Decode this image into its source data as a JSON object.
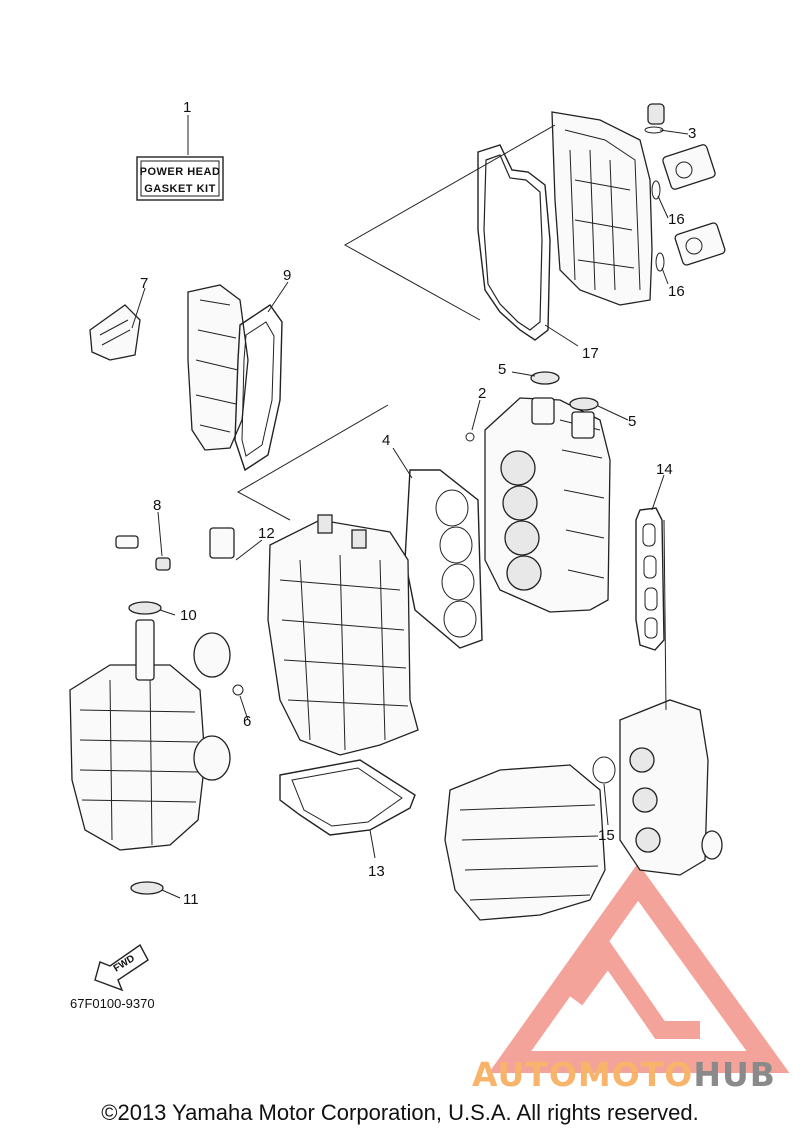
{
  "diagram": {
    "kit_box": {
      "line1": "POWER HEAD",
      "line2": "GASKET KIT"
    },
    "callouts": [
      "1",
      "2",
      "3",
      "4",
      "5",
      "5",
      "6",
      "7",
      "8",
      "9",
      "10",
      "11",
      "12",
      "13",
      "14",
      "15",
      "16",
      "16",
      "17"
    ],
    "fwd_label": "FWD",
    "part_number": "67F0100-9370"
  },
  "watermark": {
    "brand_part1": "AUTOMOTO",
    "brand_part2": "HUB",
    "colors": {
      "red": "#f08c82",
      "orange": "#f7b46a",
      "gray": "#8a8a8a"
    }
  },
  "footer": {
    "copyright": "©2013 Yamaha Motor Corporation, U.S.A. All rights reserved."
  }
}
